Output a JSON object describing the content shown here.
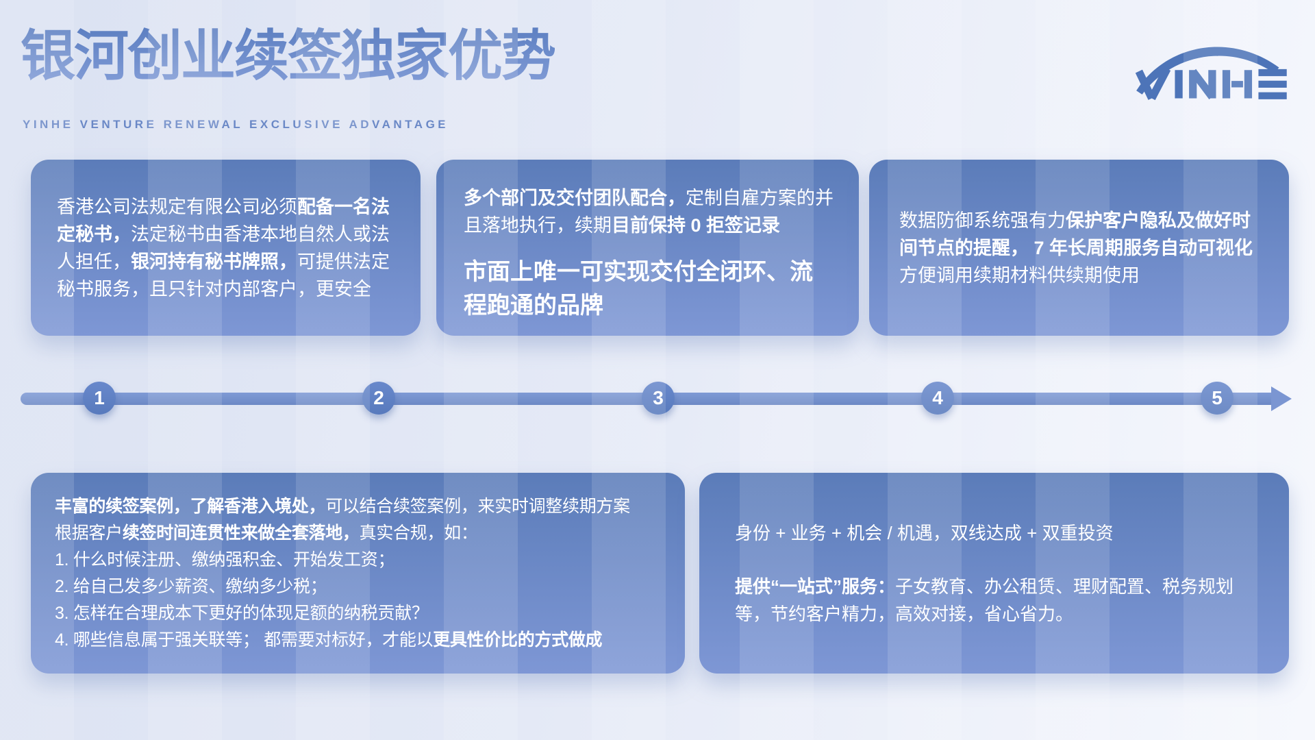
{
  "page": {
    "title": "银河创业续签独家优势",
    "subtitle": "YINHE VENTURE RENEWAL EXCLUSIVE ADVANTAGE",
    "logo_name": "YINHE"
  },
  "colors": {
    "background_left": "#dbe2f2",
    "background_right": "#f6f8fd",
    "card_gradient_top": "#5b7cb9",
    "card_gradient_bottom": "#7e97d5",
    "title_blue": "#6585c6",
    "logo_blue": "#4d74b8",
    "timeline_bar": "#7b96d2",
    "timeline_circle": "#5e7ec2",
    "text_on_card": "#ffffff"
  },
  "top_cards": {
    "card1": {
      "segments": [
        {
          "text": "香港公司法规定有限公司必须",
          "bold": false
        },
        {
          "text": "配备一名法定秘书，",
          "bold": true
        },
        {
          "text": "法定秘书由香港本地自然人或法人担任，",
          "bold": false
        },
        {
          "text": "银河持有秘书牌照，",
          "bold": true
        },
        {
          "text": "可提供法定秘书服务，且只针对内部客户，更安全",
          "bold": false
        }
      ]
    },
    "card2": {
      "para1": [
        {
          "text": "多个部门及交付团队配合，",
          "bold": true
        },
        {
          "text": "定制自雇方案的并且落地执行，续期",
          "bold": false
        },
        {
          "text": "目前保持 0 拒签记录",
          "bold": true
        }
      ],
      "para2": "市面上唯一可实现交付全闭环、流程跑通的品牌"
    },
    "card3": {
      "segments": [
        {
          "text": "数据防御系统强有力",
          "bold": false
        },
        {
          "text": "保护客户隐私及做好时间节点的提醒， 7 年长周期服务自动可视化",
          "bold": true
        },
        {
          "text": "方便调用续期材料供续期使用",
          "bold": false
        }
      ]
    }
  },
  "timeline": {
    "steps": [
      "1",
      "2",
      "3",
      "4",
      "5"
    ]
  },
  "bottom_cards": {
    "left": {
      "lines": [
        [
          {
            "text": "丰富的续签案例，了解香港入境处，",
            "bold": true
          },
          {
            "text": "可以结合续签案例，来实时调整续期方案",
            "bold": false
          }
        ],
        [
          {
            "text": "根据客户",
            "bold": false
          },
          {
            "text": "续签时间连贯性来做全套落地，",
            "bold": true
          },
          {
            "text": "真实合规，如：",
            "bold": false
          }
        ],
        [
          {
            "text": "1. 什么时候注册、缴纳强积金、开始发工资；",
            "bold": false
          }
        ],
        [
          {
            "text": "2. 给自己发多少薪资、缴纳多少税；",
            "bold": false
          }
        ],
        [
          {
            "text": "3. 怎样在合理成本下更好的体现足额的纳税贡献？",
            "bold": false
          }
        ],
        [
          {
            "text": "4. 哪些信息属于强关联等； 都需要对标好，才能以",
            "bold": false
          },
          {
            "text": "更具性价比的方式做成",
            "bold": true
          }
        ]
      ]
    },
    "right": {
      "para1": [
        {
          "text": "身份 + 业务 + 机会 / 机遇，双线达成 + 双重投资",
          "bold": false
        }
      ],
      "para2": [
        {
          "text": "提供“一站式”服务：",
          "bold": true
        },
        {
          "text": "子女教育、办公租赁、理财配置、税务规划等，节约客户精力，高效对接，省心省力。",
          "bold": false
        }
      ]
    }
  }
}
